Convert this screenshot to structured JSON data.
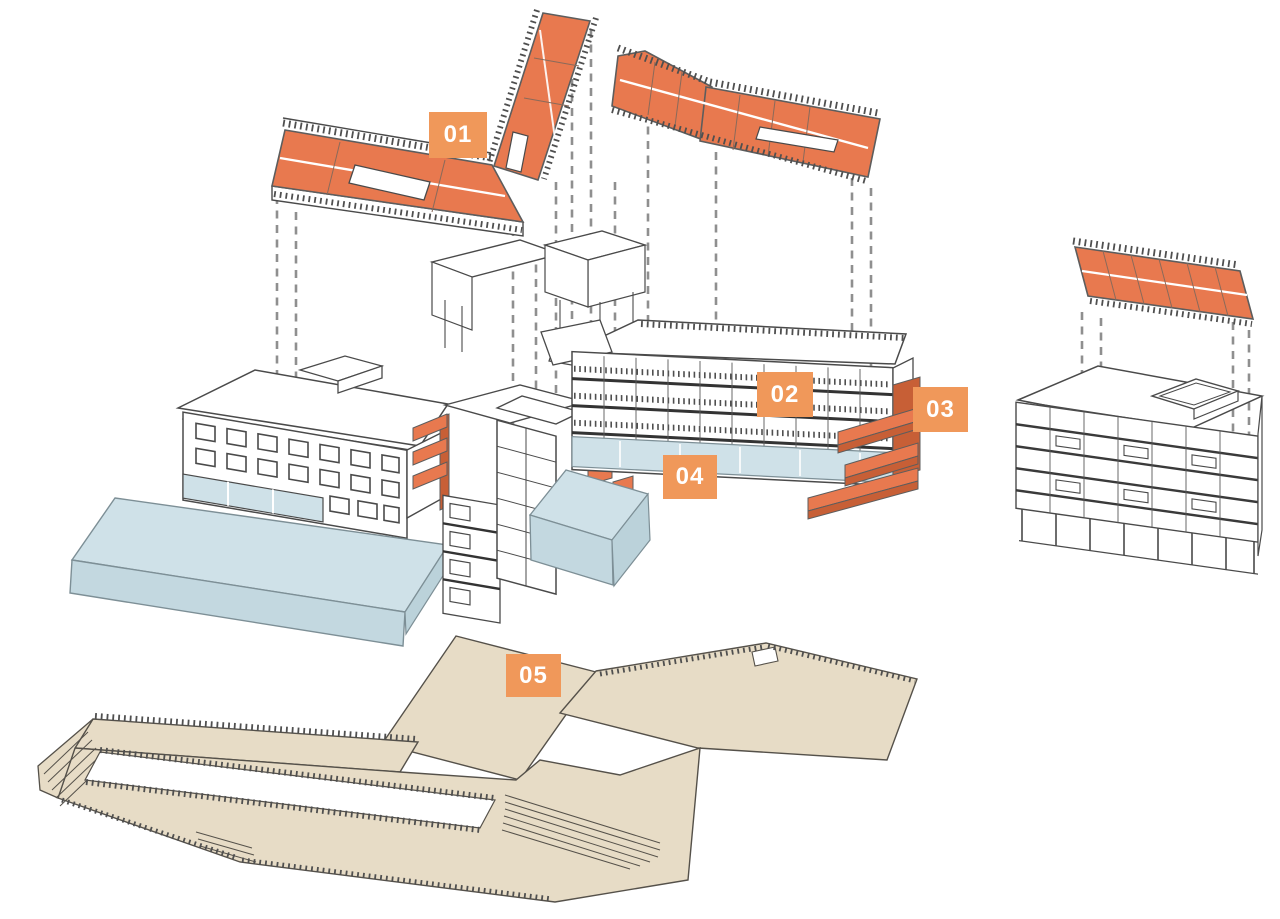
{
  "diagram": {
    "type": "exploded-axonometric-architecture-diagram",
    "callouts": [
      {
        "id": "01",
        "text": "01"
      },
      {
        "id": "02",
        "text": "02"
      },
      {
        "id": "03",
        "text": "03"
      },
      {
        "id": "04",
        "text": "04"
      },
      {
        "id": "05",
        "text": "05"
      }
    ],
    "colors": {
      "roof_orange": "#E8794F",
      "roof_orange_dark": "#C75F36",
      "callout_orange": "#F0985A",
      "glass_blue": "#CFE1E8",
      "deck_beige": "#E7DCC6",
      "line_dark": "#4a4a4a",
      "dashed_gray": "#8f8f8f",
      "background": "#ffffff"
    }
  }
}
